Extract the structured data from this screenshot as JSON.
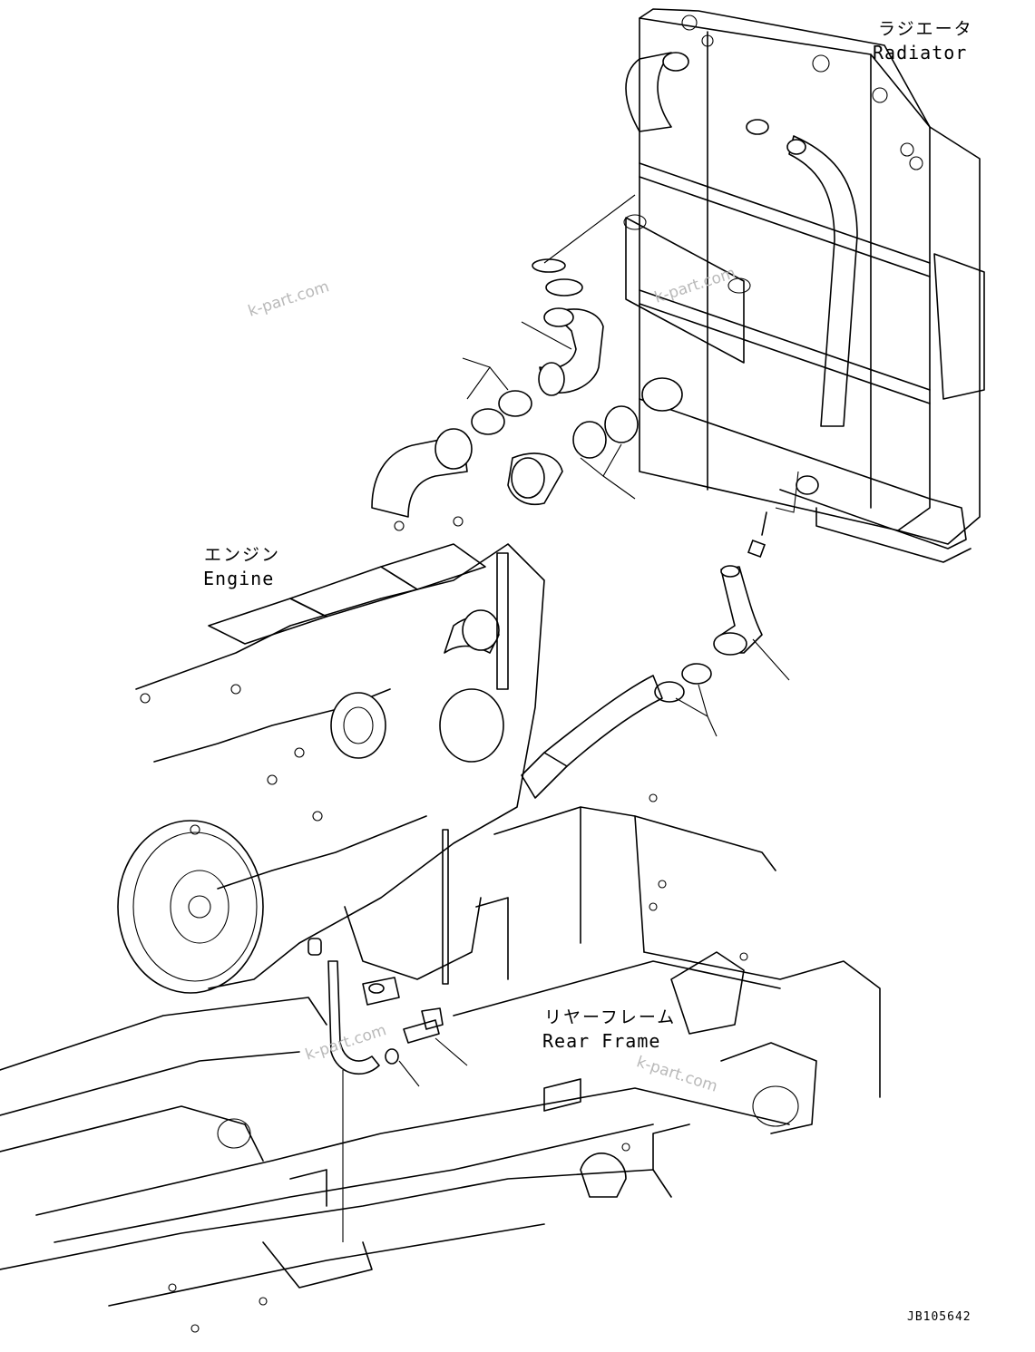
{
  "labels": {
    "radiator_jp": "ラジエータ",
    "radiator_en": "Radiator",
    "engine_jp": "エンジン",
    "engine_en": "Engine",
    "rear_frame_jp": "リヤーフレーム",
    "rear_frame_en": "Rear Frame"
  },
  "watermarks": [
    "k-part.com",
    "k-part.com",
    "k-part.com",
    "k-part.com"
  ],
  "drawing_code": "JB105642"
}
